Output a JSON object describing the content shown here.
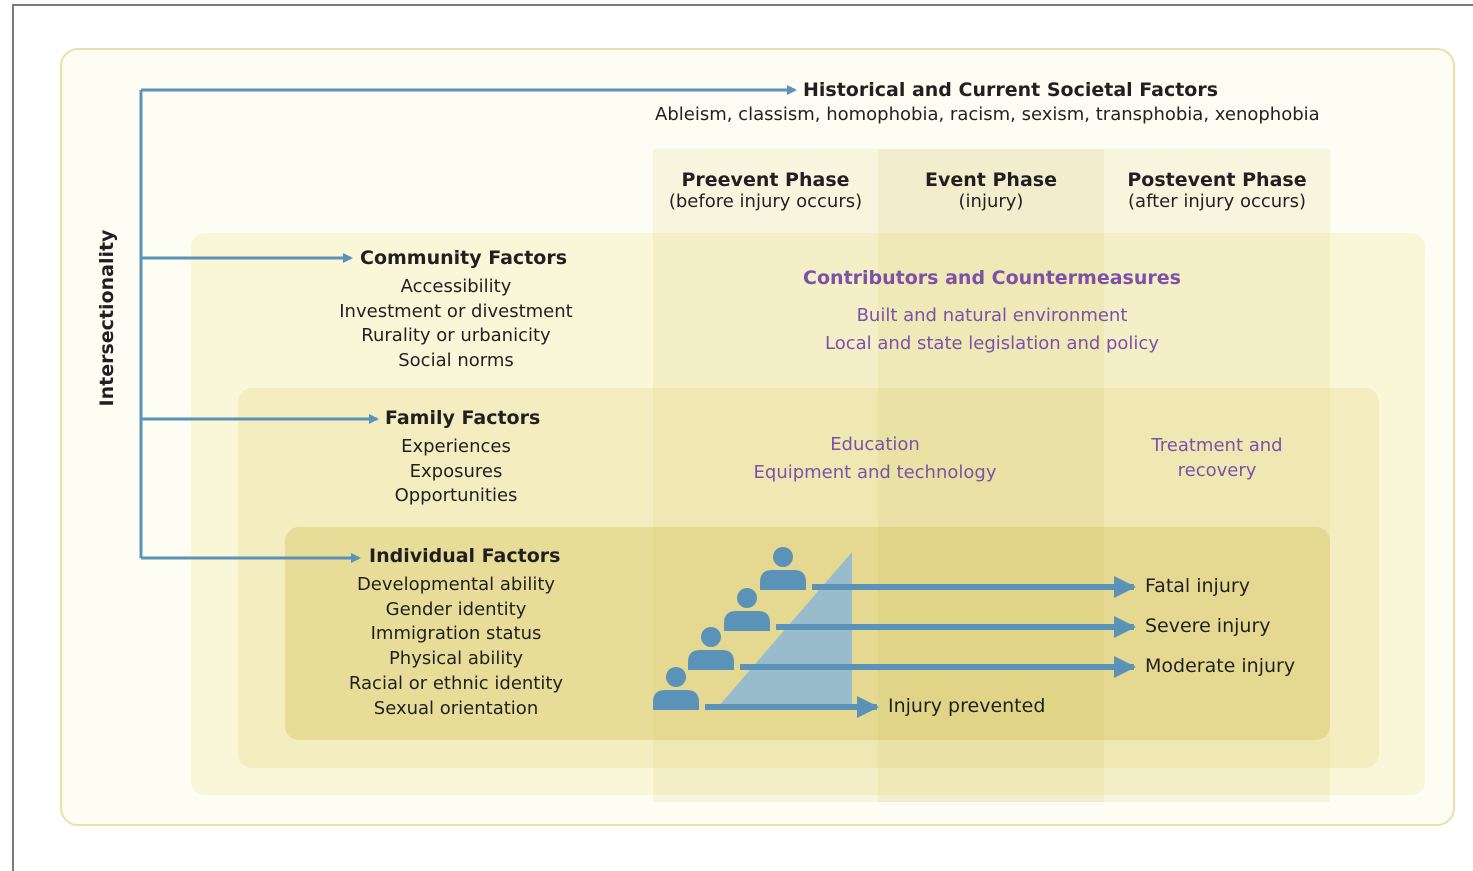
{
  "intersectionality_label": "Intersectionality",
  "societal": {
    "title": "Historical and Current Societal Factors",
    "items": "Ableism, classism, homophobia, racism, sexism, transphobia, xenophobia"
  },
  "phases": [
    {
      "title": "Preevent Phase",
      "subtitle": "(before injury occurs)"
    },
    {
      "title": "Event Phase",
      "subtitle": "(injury)"
    },
    {
      "title": "Postevent Phase",
      "subtitle": "(after injury occurs)"
    }
  ],
  "community": {
    "title": "Community Factors",
    "items": [
      "Accessibility",
      "Investment or divestment",
      "Rurality or urbanicity",
      "Social norms"
    ]
  },
  "family": {
    "title": "Family Factors",
    "items": [
      "Experiences",
      "Exposures",
      "Opportunities"
    ]
  },
  "individual": {
    "title": "Individual Factors",
    "items": [
      "Developmental ability",
      "Gender identity",
      "Immigration status",
      "Physical ability",
      "Racial or ethnic identity",
      "Sexual orientation"
    ]
  },
  "countermeasures": {
    "title": "Contributors and Countermeasures",
    "community_items": [
      "Built and natural environment",
      "Local and state legislation and policy"
    ],
    "family_items": [
      "Education",
      "Equipment and technology"
    ],
    "post_line1": "Treatment and",
    "post_line2": "recovery"
  },
  "outcomes": [
    "Fatal injury",
    "Severe injury",
    "Moderate injury",
    "Injury prevented"
  ],
  "colors": {
    "arrow": "#5b93b8",
    "person": "#5b93b8",
    "triangle": "#8fb8d2",
    "purple_text": "#7b52a8",
    "outer_border": "#e8e1a8"
  }
}
